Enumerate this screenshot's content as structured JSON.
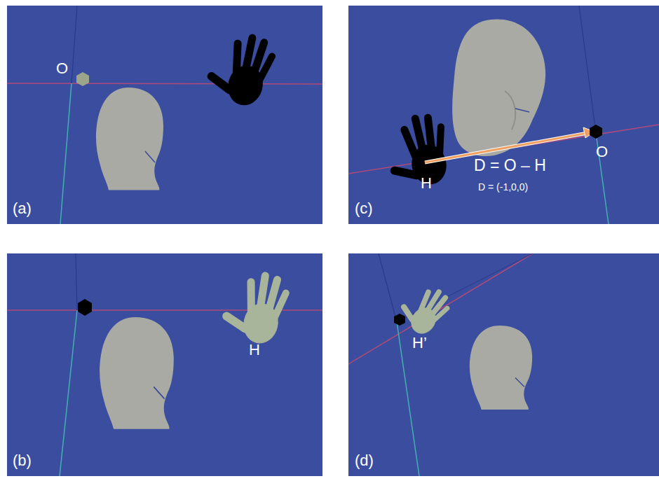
{
  "diagram": {
    "labels": [
      "O",
      "(a)",
      "D = O – H",
      "D = (-1,0,0)",
      "H",
      "O",
      "(c)",
      "H",
      "(b)",
      "H’",
      "(d)"
    ]
  }
}
